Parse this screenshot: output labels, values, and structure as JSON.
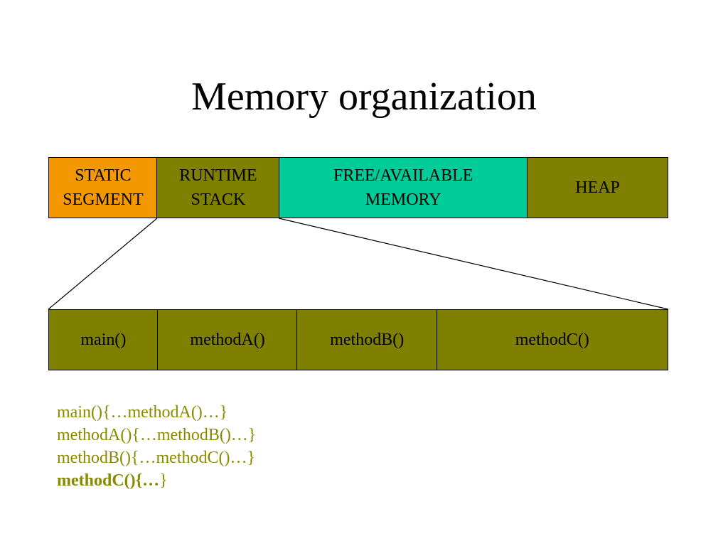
{
  "title": "Memory organization",
  "colors": {
    "static": "#f39800",
    "olive": "#7f7f00",
    "free": "#00cc99",
    "code_text": "#8a8a00",
    "outline": "#000000"
  },
  "memory_segments": [
    {
      "label": "STATIC\nSEGMENT",
      "color": "#f39800"
    },
    {
      "label": "RUNTIME\nSTACK",
      "color": "#7f7f00"
    },
    {
      "label": "FREE/AVAILABLE\nMEMORY",
      "color": "#00cc99"
    },
    {
      "label": "HEAP",
      "color": "#7f7f00"
    }
  ],
  "stack_frames": [
    {
      "label": "main()",
      "color": "#7f7f00"
    },
    {
      "label": "methodA()",
      "color": "#7f7f00"
    },
    {
      "label": "methodB()",
      "color": "#7f7f00"
    },
    {
      "label": "methodC()",
      "color": "#7f7f00"
    }
  ],
  "call_chain": [
    "main(){…methodA()…}",
    "methodA(){…methodB()…}",
    "methodB(){…methodC()…}"
  ],
  "call_chain_last": {
    "bold": "methodC(){…",
    "rest": "}"
  }
}
